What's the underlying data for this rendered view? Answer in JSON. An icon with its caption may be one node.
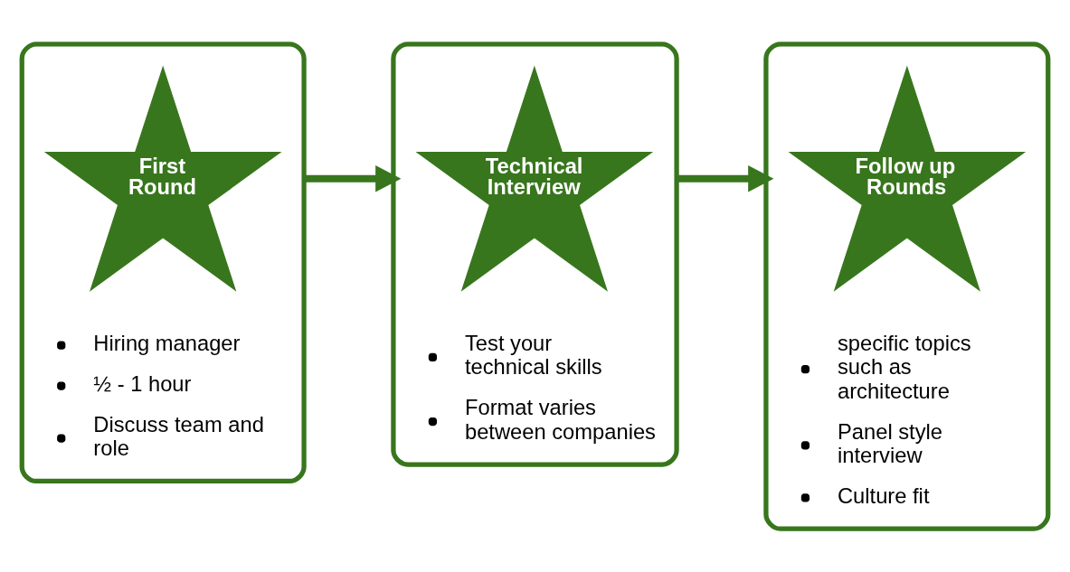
{
  "diagram": {
    "nodes": [
      {
        "text": [
          "Hiring manager",
          "½ - 1 hour",
          "Discuss team and role"
        ]
      },
      {
        "text": [
          "First Round"
        ],
        "in": 0
      },
      {
        "text": [
          "Test your technical skills",
          "Format varies between companies"
        ]
      },
      {
        "text": [
          "Technical Interview"
        ],
        "in": 2
      },
      {
        "text": [
          "specific topics such as architecture",
          "Panel style interview",
          "Culture fit"
        ]
      },
      {
        "text": [
          "Follow up Rounds"
        ],
        "in": 4
      }
    ],
    "edges": [
      {
        "from": 0,
        "to": 2,
        "arrow": "to"
      },
      {
        "from": 2,
        "to": 4,
        "arrow": "to"
      }
    ]
  }
}
